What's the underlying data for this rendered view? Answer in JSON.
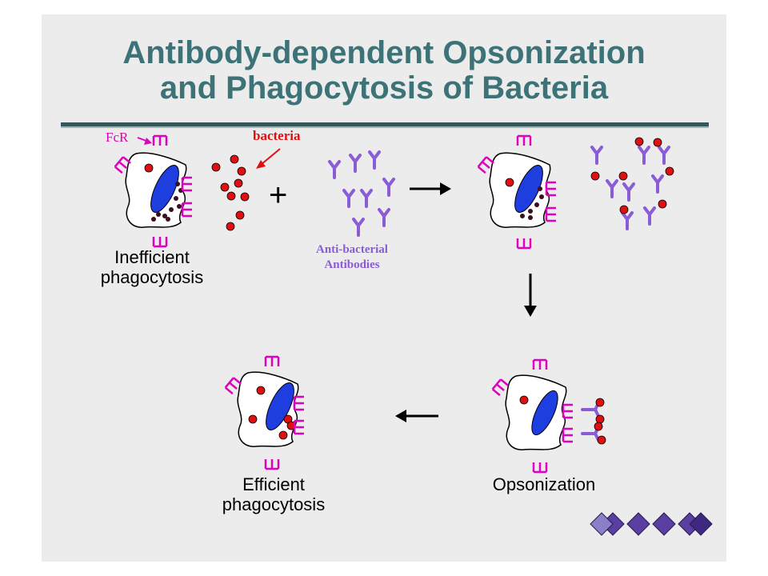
{
  "title": {
    "line1": "Antibody-dependent Opsonization",
    "line2": "and Phagocytosis of Bacteria"
  },
  "labels": {
    "fcr": "FcR",
    "bacteria": "bacteria",
    "plus": "+",
    "antibodies_line1": "Anti-bacterial",
    "antibodies_line2": "Antibodies",
    "inefficient_line1": "Inefficient",
    "inefficient_line2": "phagocytosis",
    "opsonization": "Opsonization",
    "efficient_line1": "Efficient",
    "efficient_line2": "phagocytosis"
  },
  "colors": {
    "background": "#ececec",
    "title": "#3d7377",
    "receptor": "#e000c0",
    "bacteria": "#e01010",
    "antibody": "#8a5cd6",
    "nucleus": "#1f3ee0",
    "granule": "#3a1020"
  }
}
